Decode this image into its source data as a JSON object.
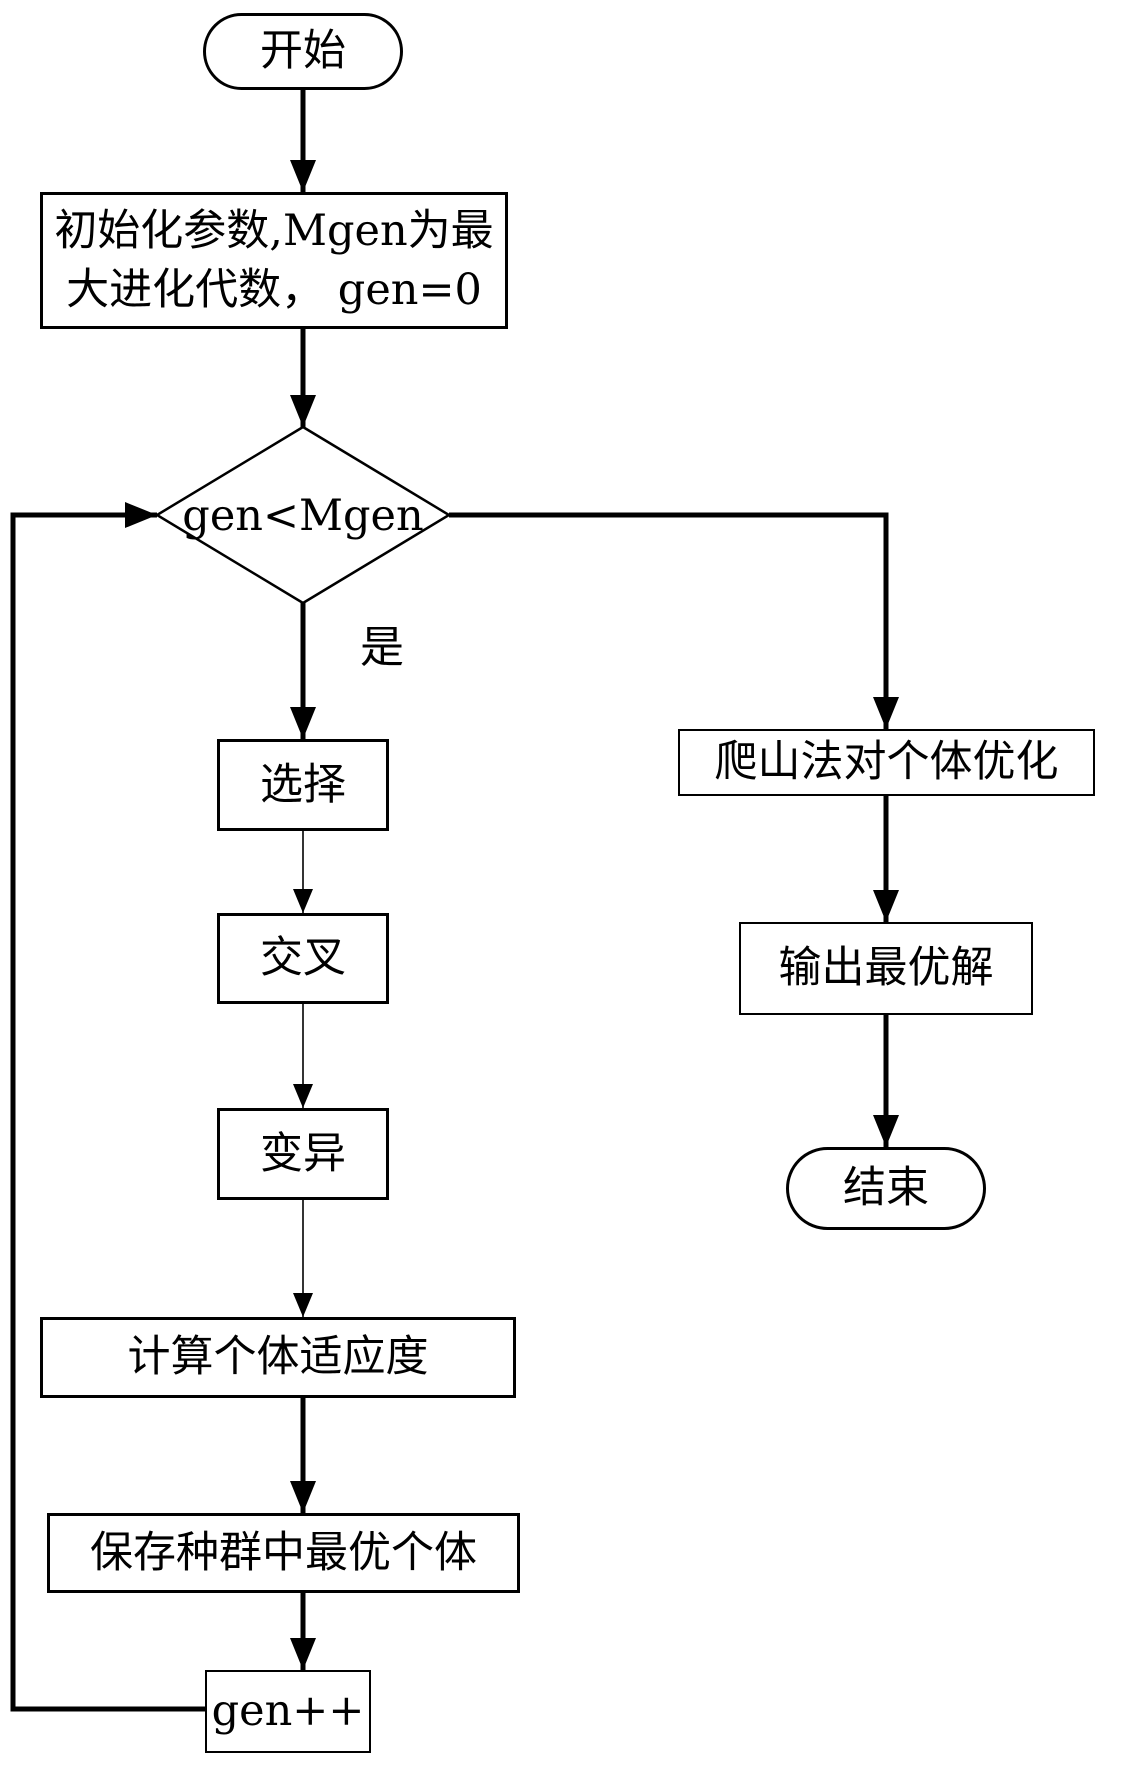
{
  "nodes": {
    "start": {
      "label": "开始"
    },
    "init": {
      "label": "初始化参数,Mgen为最大进化代数， gen=0"
    },
    "decision": {
      "label": "gen<Mgen"
    },
    "branch_yes": {
      "label": "是"
    },
    "select": {
      "label": "选择"
    },
    "crossover": {
      "label": "交叉"
    },
    "mutation": {
      "label": "变异"
    },
    "fitness": {
      "label": "计算个体适应度"
    },
    "save_best": {
      "label": "保存种群中最优个体"
    },
    "gen_increment": {
      "label": "gen++"
    },
    "hill_climb": {
      "label": "爬山法对个体优化"
    },
    "output_best": {
      "label": "输出最优解"
    },
    "end": {
      "label": "结束"
    }
  },
  "colors": {
    "line": "#000000",
    "text": "#000000",
    "background": "#ffffff"
  }
}
